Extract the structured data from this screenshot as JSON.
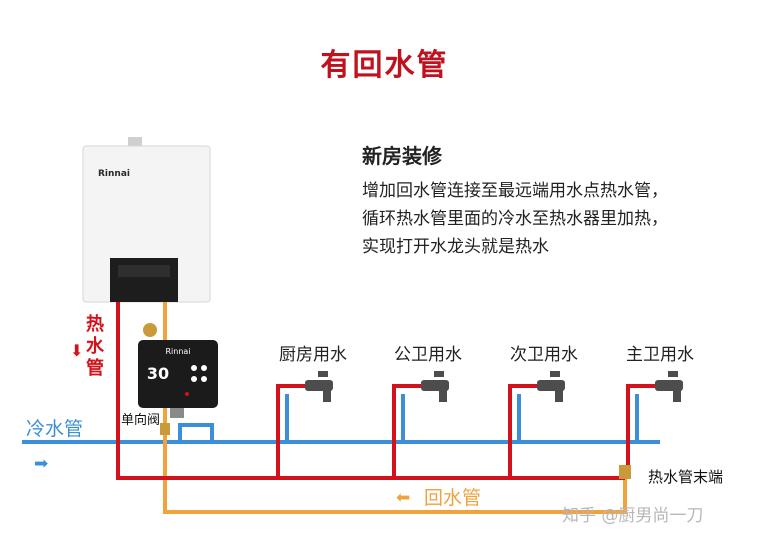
{
  "title": "有回水管",
  "note": {
    "heading": "新房装修",
    "lines": [
      "增加回水管连接至最远端用水点热水管，",
      "循环热水管里面的冷水至热水器里加热，",
      "实现打开水龙头就是热水"
    ]
  },
  "heater": {
    "brand": "Rinnai"
  },
  "pump": {
    "brand": "Rinnai",
    "display": "30"
  },
  "labels": {
    "hot_pipe": [
      "热",
      "水",
      "管"
    ],
    "cold_pipe": "冷水管",
    "check_valve": "单向阀",
    "return_pipe": "回水管",
    "hot_pipe_end": "热水管末端",
    "arrow_down": "⬇",
    "arrow_right": "➡",
    "arrow_left": "⬅"
  },
  "taps": [
    "厨房用水",
    "公卫用水",
    "次卫用水",
    "主卫用水"
  ],
  "watermark": "知乎 @厨男尚一刀",
  "colors": {
    "hot": "#d4121b",
    "cold": "#3a8fd8",
    "return": "#f0a23c",
    "title": "#c0121e"
  }
}
